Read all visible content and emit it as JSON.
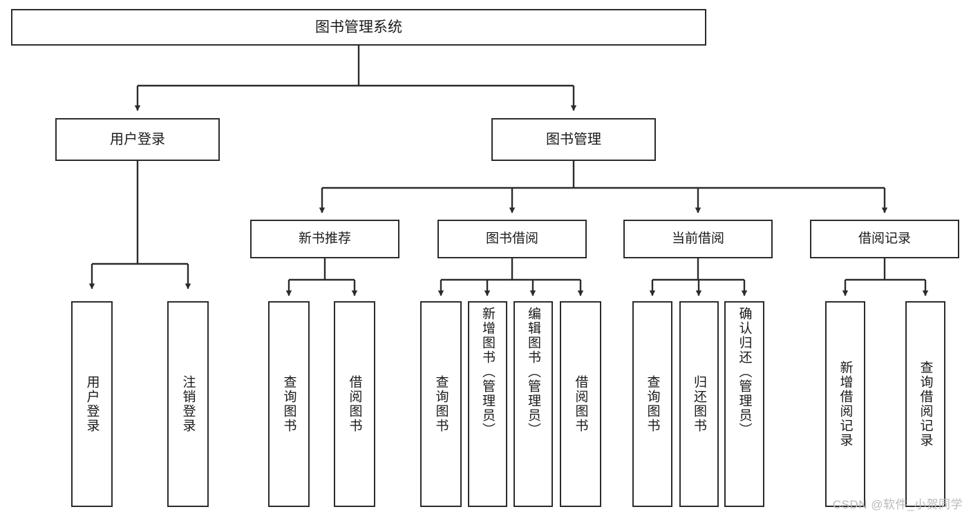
{
  "diagram": {
    "title": "图书管理系统",
    "watermark": "CSDN @软件_小贺同学",
    "stroke_color": "#2b2b2b",
    "background_color": "#ffffff",
    "root": {
      "label": "图书管理系统"
    },
    "level1": [
      {
        "label": "用户登录"
      },
      {
        "label": "图书管理"
      }
    ],
    "level2": [
      {
        "label": "新书推荐"
      },
      {
        "label": "图书借阅"
      },
      {
        "label": "当前借阅"
      },
      {
        "label": "借阅记录"
      }
    ],
    "leaves": [
      {
        "label": "用户登录"
      },
      {
        "label": "注销登录"
      },
      {
        "label": "查询图书"
      },
      {
        "label": "借阅图书"
      },
      {
        "label": "查询图书"
      },
      {
        "label": "新增图书（管理员）"
      },
      {
        "label": "编辑图书（管理员）"
      },
      {
        "label": "借阅图书"
      },
      {
        "label": "查询图书"
      },
      {
        "label": "归还图书"
      },
      {
        "label": "确认归还（管理员）"
      },
      {
        "label": "新增借阅记录"
      },
      {
        "label": "查询借阅记录"
      }
    ]
  }
}
